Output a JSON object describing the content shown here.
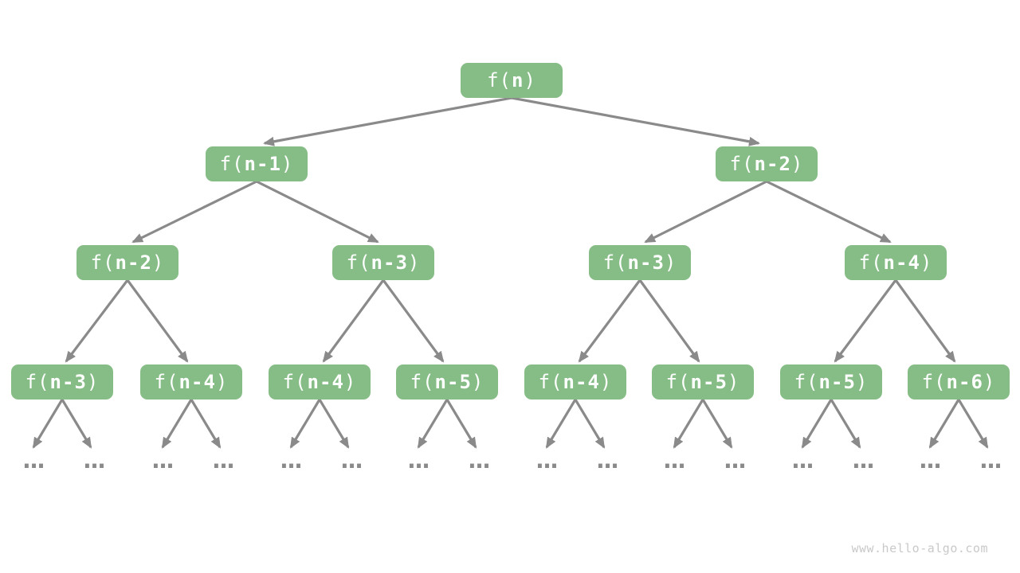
{
  "tree": {
    "ellipsis": "...",
    "levels": [
      {
        "nodes": [
          {
            "pre": "f(",
            "arg": "n",
            "post": ")"
          }
        ]
      },
      {
        "nodes": [
          {
            "pre": "f(",
            "arg": "n-1",
            "post": ")"
          },
          {
            "pre": "f(",
            "arg": "n-2",
            "post": ")"
          }
        ]
      },
      {
        "nodes": [
          {
            "pre": "f(",
            "arg": "n-2",
            "post": ")"
          },
          {
            "pre": "f(",
            "arg": "n-3",
            "post": ")"
          },
          {
            "pre": "f(",
            "arg": "n-3",
            "post": ")"
          },
          {
            "pre": "f(",
            "arg": "n-4",
            "post": ")"
          }
        ]
      },
      {
        "nodes": [
          {
            "pre": "f(",
            "arg": "n-3",
            "post": ")"
          },
          {
            "pre": "f(",
            "arg": "n-4",
            "post": ")"
          },
          {
            "pre": "f(",
            "arg": "n-4",
            "post": ")"
          },
          {
            "pre": "f(",
            "arg": "n-5",
            "post": ")"
          },
          {
            "pre": "f(",
            "arg": "n-4",
            "post": ")"
          },
          {
            "pre": "f(",
            "arg": "n-5",
            "post": ")"
          },
          {
            "pre": "f(",
            "arg": "n-5",
            "post": ")"
          },
          {
            "pre": "f(",
            "arg": "n-6",
            "post": ")"
          }
        ]
      }
    ]
  },
  "footer": {
    "watermark": "www.hello-algo.com"
  },
  "colors": {
    "node_fill": "#86bd86",
    "node_text": "#ffffff",
    "edge": "#8a8a8a",
    "ellipsis": "#8a8a8a",
    "watermark": "#c9c9c9",
    "background": "#ffffff"
  }
}
